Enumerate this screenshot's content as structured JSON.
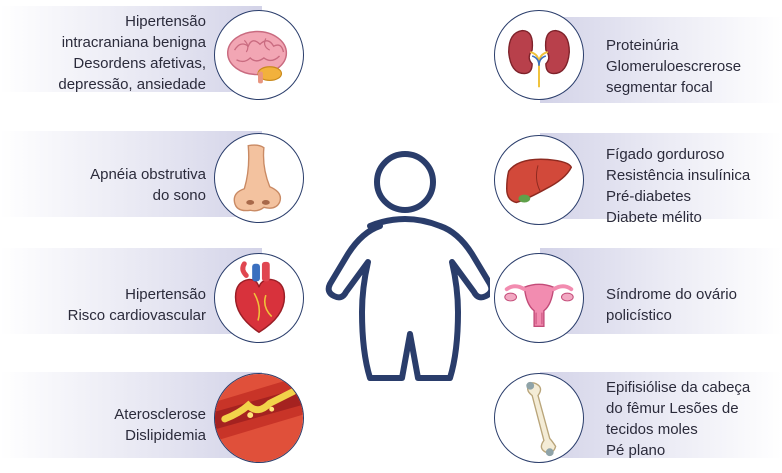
{
  "left_items": [
    {
      "lines": [
        "Hipertensão",
        "intracraniana benigna",
        "Desordens afetivas,",
        "depressão, ansiedade"
      ],
      "icon": "brain-icon"
    },
    {
      "lines": [
        "Apnéia obstrutiva",
        "do sono"
      ],
      "icon": "nose-icon"
    },
    {
      "lines": [
        "Hipertensão",
        "Risco cardiovascular"
      ],
      "icon": "heart-icon"
    },
    {
      "lines": [
        "Aterosclerose",
        "Dislipidemia"
      ],
      "icon": "artery-plaque-icon"
    }
  ],
  "right_items": [
    {
      "lines": [
        "Proteinúria",
        "Glomeruloescrerose",
        "segmentar focal"
      ],
      "icon": "kidneys-icon"
    },
    {
      "lines": [
        "Fígado gorduroso",
        "Resistência insulínica",
        "Pré-diabetes",
        "Diabete mélito"
      ],
      "icon": "liver-icon"
    },
    {
      "lines": [
        "Síndrome do ovário",
        "policístico"
      ],
      "icon": "uterus-ovaries-icon"
    },
    {
      "lines": [
        "Epifisiólise da cabeça",
        "do fêmur Lesões de",
        "tecidos moles",
        "Pé plano"
      ],
      "icon": "femur-bone-icon"
    }
  ],
  "center_icon": "person-silhouette-icon",
  "colors": {
    "outline": "#2a3d6b",
    "band": "#d3d3e8"
  }
}
